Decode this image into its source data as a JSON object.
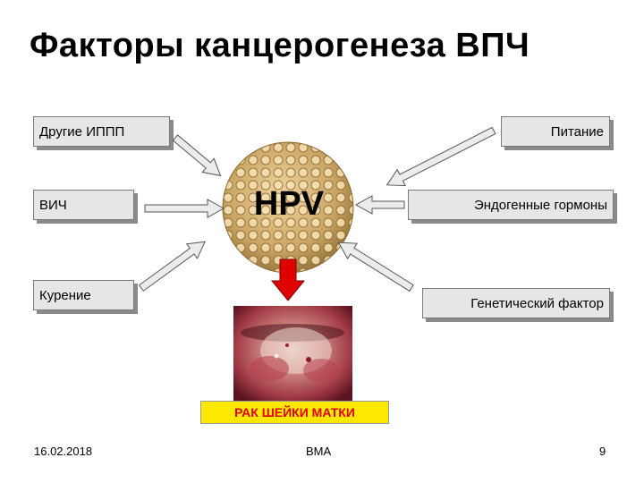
{
  "title": "Факторы канцерогенеза ВПЧ",
  "center": {
    "label": "HPV"
  },
  "factors": {
    "other_stis": "Другие ИППП",
    "hiv": "ВИЧ",
    "smoking": "Курение",
    "nutrition": "Питание",
    "endogenous_hormones": "Эндогенные гормоны",
    "genetic_factor": "Генетический фактор"
  },
  "outcome": {
    "label": "РАК ШЕЙКИ МАТКИ"
  },
  "footer": {
    "date": "16.02.2018",
    "center_text": "ВМА",
    "page_number": "9"
  },
  "colors": {
    "box_fill": "#e6e6e6",
    "arrow_fill": "#ececec",
    "outcome_arrow": "#e00000",
    "outcome_bg": "#ffe800",
    "outcome_text": "#e00000"
  }
}
